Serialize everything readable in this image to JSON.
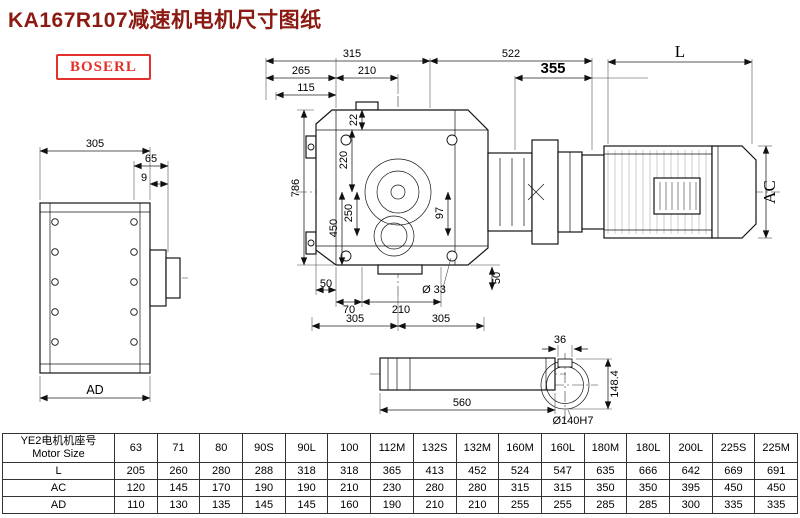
{
  "page": {
    "title": "KA167R107减速机电机尺寸图纸",
    "brand": "BOSERL"
  },
  "dims": {
    "top_315": "315",
    "top_522": "522",
    "top_265": "265",
    "top_210": "210",
    "top_115": "115",
    "top_355": "355",
    "motor_L": "L",
    "left_786": "786",
    "left_450": "450",
    "left_250": "250",
    "left_220": "220",
    "left_22": "22",
    "right_97": "97",
    "bottom_50_left": "50",
    "bottom_70": "70",
    "bottom_210": "210",
    "bottom_50_right": "50",
    "hole_dia": "Ø 33",
    "side_305": "305",
    "side_65": "65",
    "side_9": "9",
    "side_AD": "AD",
    "shaft_305_left": "305",
    "shaft_305_right": "305",
    "shaft_560": "560",
    "key_36": "36",
    "end_148": "148.4",
    "end_dia": "Ø140H7",
    "motor_AC": "AC"
  },
  "table": {
    "row_header_cn": "YE2电机机座号",
    "row_header_en": "Motor Size",
    "columns": [
      "63",
      "71",
      "80",
      "90S",
      "90L",
      "100",
      "112M",
      "132S",
      "132M",
      "160M",
      "160L",
      "180M",
      "180L",
      "200L",
      "225S",
      "225M"
    ],
    "rows": [
      {
        "label": "L",
        "values": [
          "205",
          "260",
          "280",
          "288",
          "318",
          "318",
          "365",
          "413",
          "452",
          "524",
          "547",
          "635",
          "666",
          "642",
          "669",
          "691"
        ]
      },
      {
        "label": "AC",
        "values": [
          "120",
          "145",
          "170",
          "190",
          "190",
          "210",
          "230",
          "280",
          "280",
          "315",
          "315",
          "350",
          "350",
          "395",
          "450",
          "450"
        ]
      },
      {
        "label": "AD",
        "values": [
          "110",
          "130",
          "135",
          "145",
          "145",
          "160",
          "190",
          "210",
          "210",
          "255",
          "255",
          "285",
          "285",
          "300",
          "335",
          "335"
        ]
      }
    ]
  }
}
